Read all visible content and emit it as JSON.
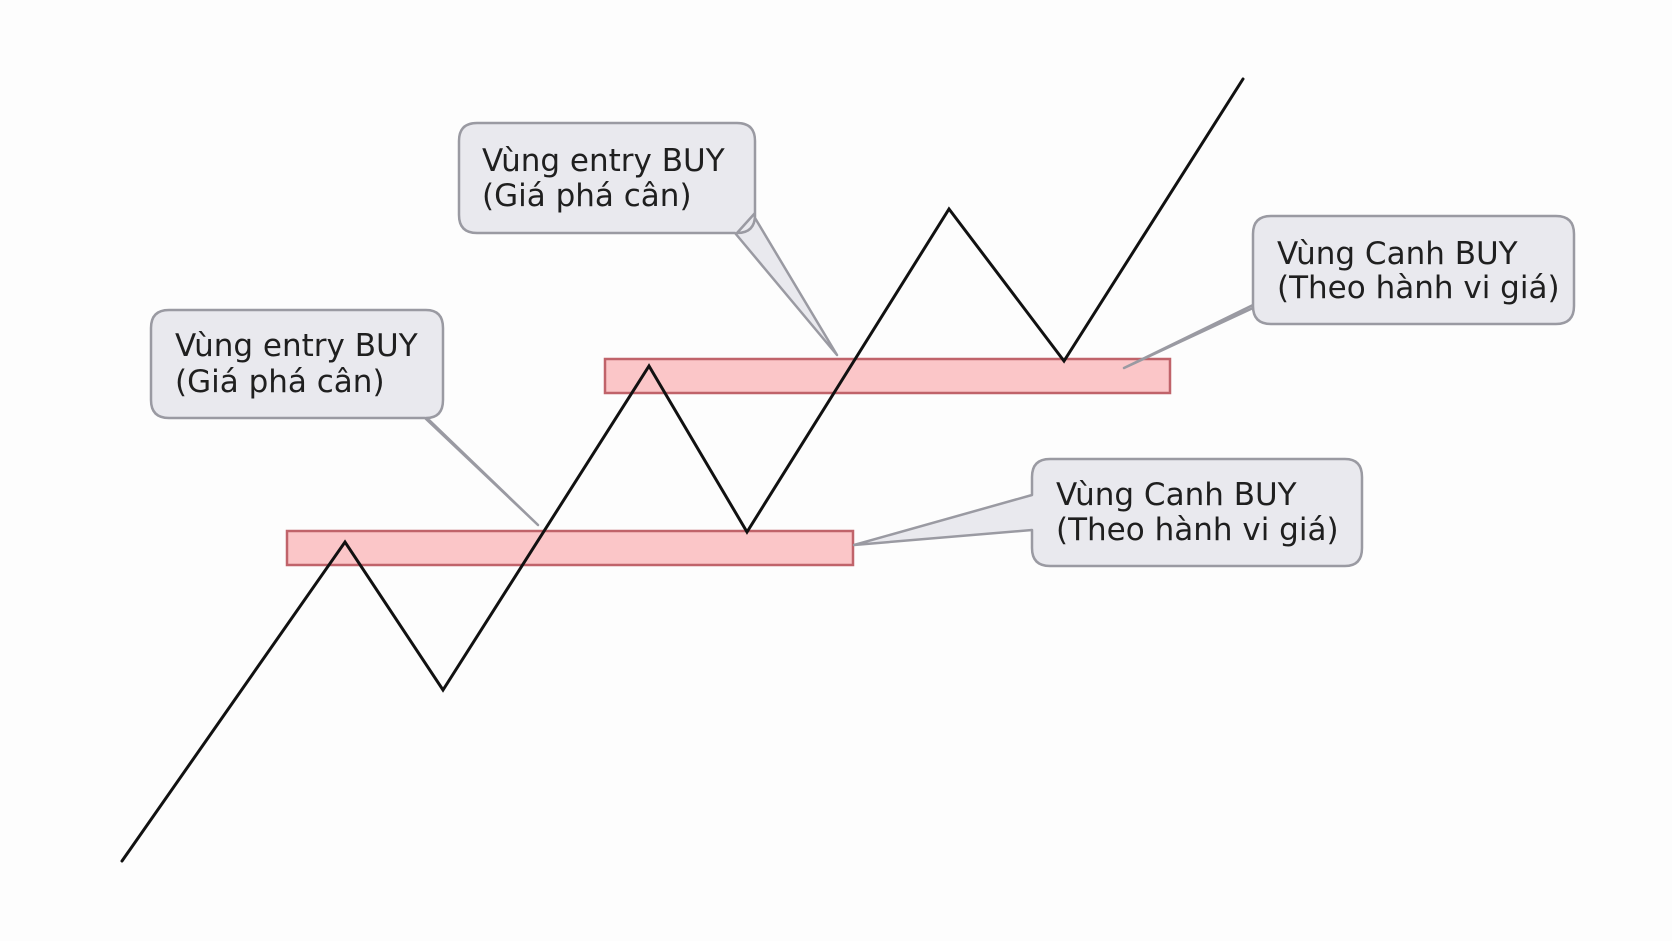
{
  "colors": {
    "background": "#fdfdfd",
    "price_line": "#111111",
    "zone_fill": "#fbc6c8",
    "zone_stroke": "#c0636a",
    "bubble_fill": "#e9e9ee",
    "bubble_stroke": "#9a9aa2"
  },
  "callouts": [
    {
      "line1": "Vùng entry BUY",
      "line2": "(Giá phá cân)"
    },
    {
      "line1": "Vùng entry BUY",
      "line2": "(Giá phá cân)"
    },
    {
      "line1": "Vùng Canh BUY",
      "line2": "(Theo hành vi giá)"
    },
    {
      "line1": "Vùng Canh BUY",
      "line2": "(Theo hành vi giá)"
    }
  ]
}
